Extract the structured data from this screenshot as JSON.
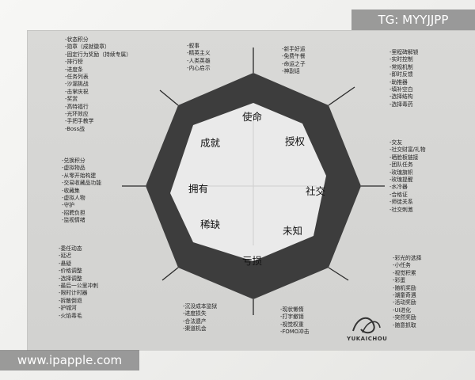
{
  "watermark_top": "TG: MYYJJPP",
  "watermark_bottom": "www.ipapple.com",
  "octagon_labels": {
    "top": "使命",
    "upper_right": "授权",
    "right": "社交",
    "lower_right": "未知",
    "bottom": "亏损",
    "lower_left": "稀缺",
    "left": "拥有",
    "upper_left": "成就"
  },
  "notes": {
    "left_top": [
      "-状态积分",
      "-勋章（成就徽章）",
      "-固定行为奖励（持续专属）",
      "-排行榜",
      "-进度条",
      "-任务列表",
      "-沙漏挑战",
      "-击掌庆祝",
      "-奖赏",
      "-高特福行",
      "-光环效应",
      "-手把手教学",
      "-Boss战"
    ],
    "left_middle": [
      "-兑换积分",
      "-虚拟物品",
      "-从零开始构建",
      "-交易收藏品功能",
      "-收藏集",
      "-虚拟人物",
      "-守护",
      "-招聘负担",
      "-监视情绪"
    ],
    "left_bottom": [
      "-委任动态",
      "-延迟",
      "-悬疑",
      "-价格调整",
      "-选择调整",
      "-最后一公里冲刺",
      "-限时计时器",
      "-拆散倒退",
      "-护城河",
      "-火焰毒毛"
    ],
    "top_center_left": [
      "-叙事",
      "-精英主义",
      "-人类英雄",
      "-内心启示"
    ],
    "top_center_right": [
      "-新手好运",
      "-免费午餐",
      "-命运之子",
      "-神副话"
    ],
    "right_top": [
      "-里程碑解锁",
      "-实时控制",
      "-常规机制",
      "-即时反馈",
      "-助推器",
      "-填补空白",
      "-选择结构",
      "-选择毒药"
    ],
    "right_middle": [
      "-交友",
      "-社交财富/礼物",
      "-晒脸板链接",
      "-团队任务",
      "-玫瑰旗帜",
      "-玫瑰提醒",
      "-水冷器",
      "-合格证",
      "-师徒关系",
      "-社交刺激"
    ],
    "right_bottom": [
      "-彩光的选择",
      "-小任务",
      "-视觉积累",
      "-彩蛋",
      "-随机奖励",
      "-潮童奇遇",
      "-活动奖励",
      "-UI进化",
      "-突然奖励",
      "-随意抓取"
    ],
    "bottom_center_left": [
      "-沉没成本监狱",
      "-进度损失",
      "-合法遗产",
      "-渠道机会"
    ],
    "bottom_center_right": [
      "-现状懒惰",
      "-打字撤销",
      "-视觉权重",
      "-FOMO冲击"
    ]
  },
  "logo": "YUKAICHOU"
}
